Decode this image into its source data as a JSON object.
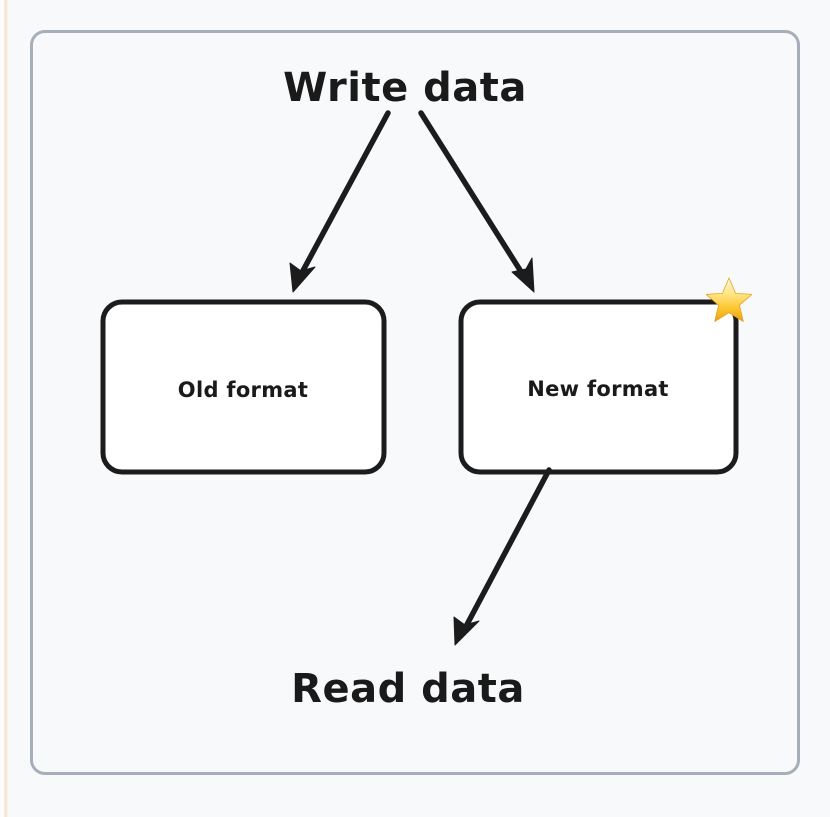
{
  "diagram": {
    "title": "Write data",
    "background_color": "#f8f9fb",
    "frame_color": "#a6aeba",
    "ink_color": "#1c1c1c",
    "nodes": [
      {
        "id": "old-format",
        "label": "Old format",
        "badge": null
      },
      {
        "id": "new-format",
        "label": "New format",
        "badge": "star-icon"
      }
    ],
    "top_label": "Write data",
    "bottom_label": "Read data",
    "edges": [
      {
        "from": "Write data",
        "to": "Old format"
      },
      {
        "from": "Write data",
        "to": "New format"
      },
      {
        "from": "New format",
        "to": "Read data"
      }
    ],
    "badge": {
      "name": "star-icon",
      "glyph": "star",
      "color_light": "#ffe9a0",
      "color_mid": "#fcd34d",
      "color_deep": "#f0a91e"
    }
  }
}
